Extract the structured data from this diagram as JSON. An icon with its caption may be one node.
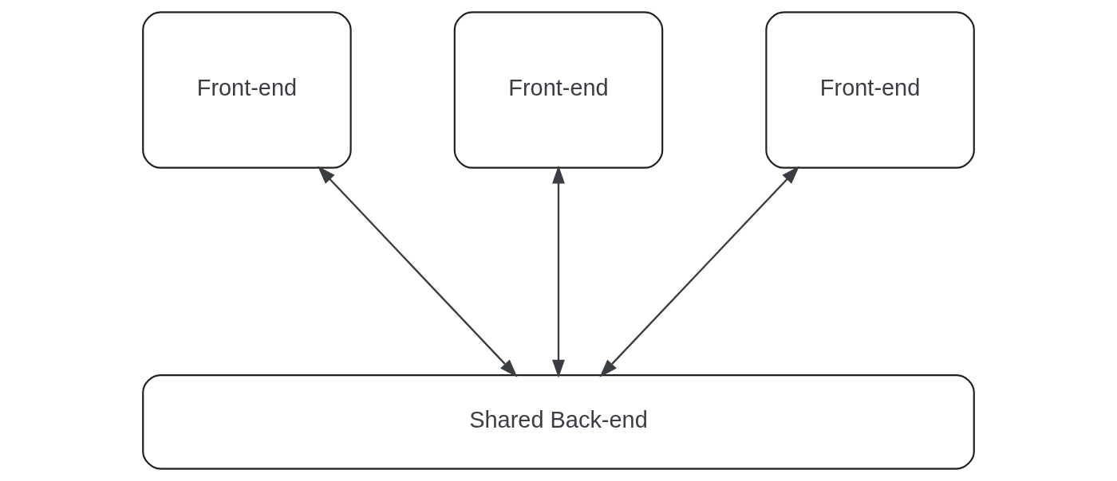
{
  "diagram": {
    "nodes": [
      {
        "text": [
          "Front-end"
        ]
      },
      {
        "text": [
          "Front-end"
        ]
      },
      {
        "text": [
          "Front-end"
        ]
      },
      {
        "text": [
          "Shared Back-end"
        ]
      }
    ],
    "edges": [
      {
        "from": 0,
        "to": 3,
        "arrow": "both"
      },
      {
        "from": 1,
        "to": 3,
        "arrow": "both"
      },
      {
        "from": 2,
        "to": 3,
        "arrow": "both"
      }
    ]
  }
}
